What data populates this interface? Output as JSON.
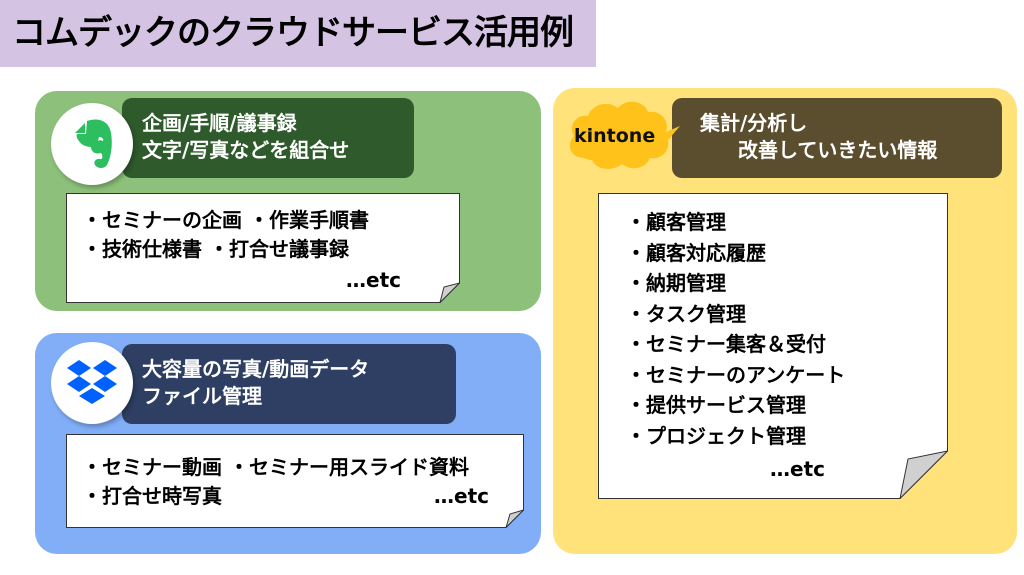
{
  "title": "コムデックのクラウドサービス活用例",
  "evernote": {
    "icon": "evernote-elephant-icon",
    "label_line1": "企画/手順/議事録",
    "label_line2": "文字/写真などを組合せ",
    "items_row1": "・セミナーの企画  ・作業手順書",
    "items_row2": "・技術仕様書      ・打合せ議事録",
    "etc": "…etc"
  },
  "dropbox": {
    "icon": "dropbox-box-icon",
    "label_line1": "大容量の写真/動画データ",
    "label_line2": "ファイル管理",
    "items_row1": "・セミナー動画   ・セミナー用スライド資料",
    "items_row2": "・打合せ時写真",
    "etc": "…etc"
  },
  "kintone": {
    "logo_text": "kintone",
    "label_line1": "集計/分析し",
    "label_line2": "改善していきたい情報",
    "items": [
      "・顧客管理",
      "・顧客対応履歴",
      "・納期管理",
      "・タスク管理",
      "・セミナー集客＆受付",
      "・セミナーのアンケート",
      "・提供サービス管理",
      "・プロジェクト管理"
    ],
    "etc": "…etc"
  },
  "colors": {
    "title_bg": "#d5c3e3",
    "evernote_panel": "#8dc07a",
    "evernote_label": "#2f5a2c",
    "evernote_green": "#2dbe60",
    "dropbox_panel": "#81aef7",
    "dropbox_label": "#2e3f63",
    "dropbox_blue": "#0061fe",
    "kintone_panel": "#ffe27a",
    "kintone_label": "#5b4e2e",
    "kintone_logo": "#ffc21a"
  }
}
